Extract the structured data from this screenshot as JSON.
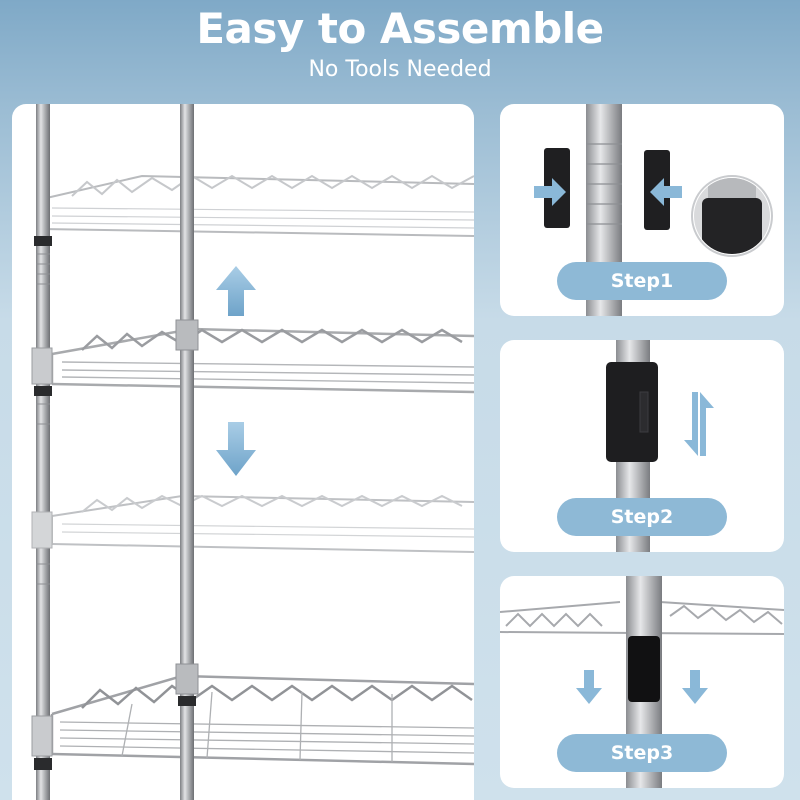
{
  "header": {
    "title": "Easy to Assemble",
    "subtitle": "No Tools Needed"
  },
  "steps": [
    {
      "label": "Step1"
    },
    {
      "label": "Step2"
    },
    {
      "label": "Step3"
    }
  ],
  "colors": {
    "background": "#c7dbe8",
    "header_blue": "#7fa9c7",
    "pill": "#8eb9d6",
    "arrow": "#8ab8d8",
    "chrome": "#a7a9ad",
    "sleeve": "#1e1e20"
  },
  "icons": [
    "up-arrow-icon",
    "down-arrow-icon",
    "swap-arrows-icon",
    "right-arrow-icon",
    "left-arrow-icon"
  ]
}
